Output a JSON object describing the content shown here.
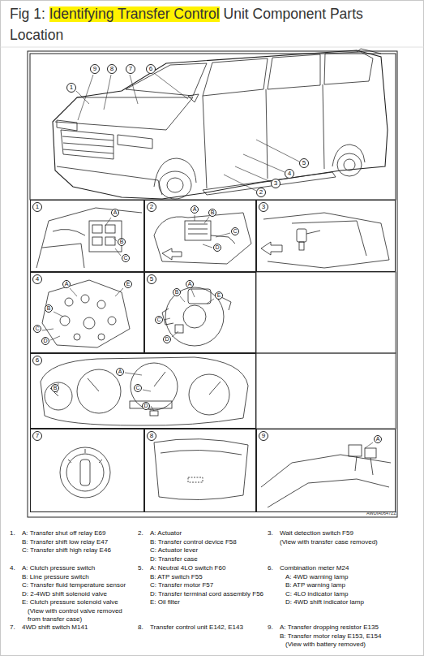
{
  "diagram": {
    "title": "Fig 1: Identifying Transfer Control Unit Component Parts Location",
    "nodes": [
      {
        "text": [
          "1"
        ]
      },
      {
        "text": [
          "2"
        ]
      },
      {
        "text": [
          "3"
        ]
      },
      {
        "text": [
          "4"
        ]
      },
      {
        "text": [
          "5"
        ]
      },
      {
        "text": [
          "6"
        ]
      },
      {
        "text": [
          "7"
        ]
      },
      {
        "text": [
          "8"
        ]
      },
      {
        "text": [
          "9"
        ]
      }
    ],
    "labels": [
      "9",
      "8",
      "7",
      "6",
      "1",
      "5",
      "4",
      "3",
      "2",
      "A",
      "B",
      "C",
      "A",
      "B",
      "C",
      "D",
      "A",
      "B",
      "C",
      "D",
      "E",
      "A",
      "B",
      "C",
      "D",
      "E",
      "A",
      "B",
      "C",
      "D",
      "A",
      "AWDIA0647ZZ",
      "1.",
      "A: Transfer shut off relay E69",
      "B: Transfer shift low relay E47",
      "C: Transfer shift high relay E46",
      "2.",
      "A: Actuator",
      "B: Transfer control device F58",
      "C: Actuator lever",
      "D: Transfer case",
      "3.",
      "Wait detection switch F59",
      "(View with transfer case removed)",
      "4.",
      "A: Clutch pressure switch",
      "B: Line pressure switch",
      "C: Transfer fluid temperature sensor",
      "D: 2-4WD shift solenoid valve",
      "E: Clutch pressure solenoid valve",
      "(View with control valve removed from transfer case)",
      "5.",
      "A: Neutral 4LO switch F60",
      "B: ATP switch F55",
      "C: Transfer motor F57",
      "D: Transfer terminal cord assembly F56",
      "E: Oil filter",
      "6.",
      "Combination meter M24",
      "A: 4WD warning lamp",
      "B: ATP warning lamp",
      "C: 4LO indicator lamp",
      "D: 4WD shift indicator lamp",
      "7.",
      "4WD shift switch M141",
      "8.",
      "Transfer control unit E142, E143",
      "9.",
      "A: Transfer dropping resistor E135",
      "B: Transfer motor relay E153, E154",
      "(View with battery removed)"
    ]
  }
}
